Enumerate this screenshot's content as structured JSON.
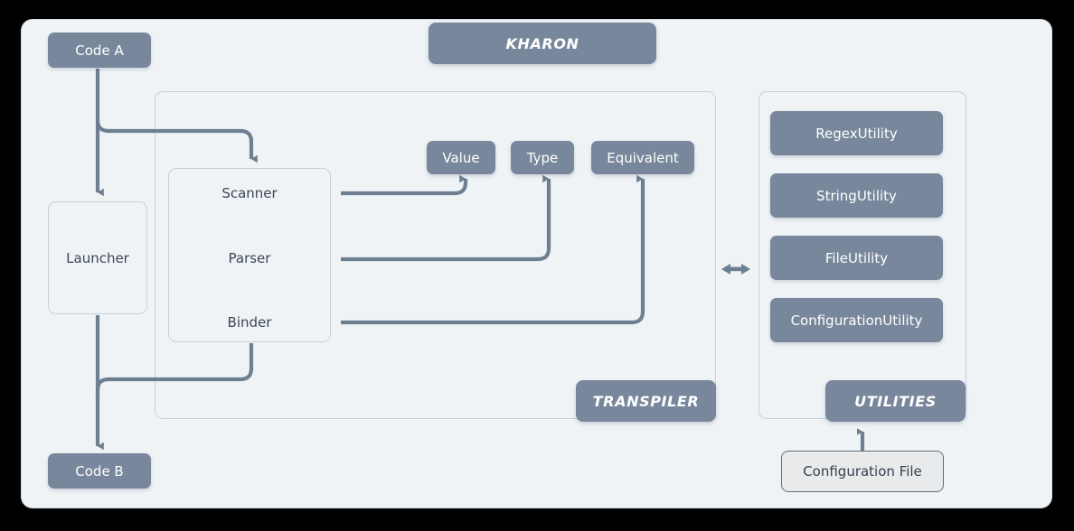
{
  "diagram": {
    "title": "KHARON",
    "groups": {
      "kharon": {
        "label": "KHARON"
      },
      "transpiler": {
        "label": "TRANSPILER"
      },
      "utilities": {
        "label": "UTILITIES"
      }
    },
    "io_nodes": [
      {
        "id": "code-a",
        "label": "Code A"
      },
      {
        "id": "code-b",
        "label": "Code B"
      }
    ],
    "launcher": {
      "label": "Launcher"
    },
    "pipeline_stages": [
      {
        "id": "scanner",
        "label": "Scanner"
      },
      {
        "id": "parser",
        "label": "Parser"
      },
      {
        "id": "binder",
        "label": "Binder"
      }
    ],
    "artifacts": [
      {
        "id": "value",
        "label": "Value"
      },
      {
        "id": "type",
        "label": "Type"
      },
      {
        "id": "equivalent",
        "label": "Equivalent"
      }
    ],
    "utility_modules": [
      {
        "id": "regex-utility",
        "label": "RegexUtility"
      },
      {
        "id": "string-utility",
        "label": "StringUtility"
      },
      {
        "id": "file-utility",
        "label": "FileUtility"
      },
      {
        "id": "configuration-utility",
        "label": "ConfigurationUtility"
      }
    ],
    "config_file": {
      "label": "Configuration File"
    },
    "connectors": [
      {
        "id": "code-a-to-launcher",
        "from": "Code A",
        "to": "Launcher",
        "kind": "arrow-down"
      },
      {
        "id": "code-a-to-scanner",
        "from": "Code A",
        "to": "Scanner",
        "kind": "arrow-elbow-down"
      },
      {
        "id": "scanner-to-value",
        "from": "Scanner",
        "to": "Value",
        "kind": "arrow-elbow-up"
      },
      {
        "id": "parser-to-type",
        "from": "Parser",
        "to": "Type",
        "kind": "arrow-elbow-up"
      },
      {
        "id": "binder-to-equivalent",
        "from": "Binder",
        "to": "Equivalent",
        "kind": "arrow-elbow-up"
      },
      {
        "id": "binder-to-code-b",
        "from": "Binder",
        "to": "Code B",
        "kind": "elbow"
      },
      {
        "id": "launcher-to-code-b",
        "from": "Launcher",
        "to": "Code B",
        "kind": "arrow-down"
      },
      {
        "id": "transpiler-utilities-link",
        "from": "Transpiler",
        "to": "Utilities",
        "kind": "bidirectional"
      },
      {
        "id": "config-file-to-utilities",
        "from": "Configuration File",
        "to": "Utilities",
        "kind": "arrow-up"
      }
    ],
    "colors": {
      "background": "#000000",
      "panel": "#eff3f6",
      "chip": "#78887b",
      "chip_fill": "#78879b",
      "frame_border": "#c3d0dc",
      "wire": "#6d7f91",
      "text_dark": "#3b4654",
      "text_light": "#ffffff",
      "config_fill": "#e8eaec",
      "config_border": "#62707f"
    }
  }
}
